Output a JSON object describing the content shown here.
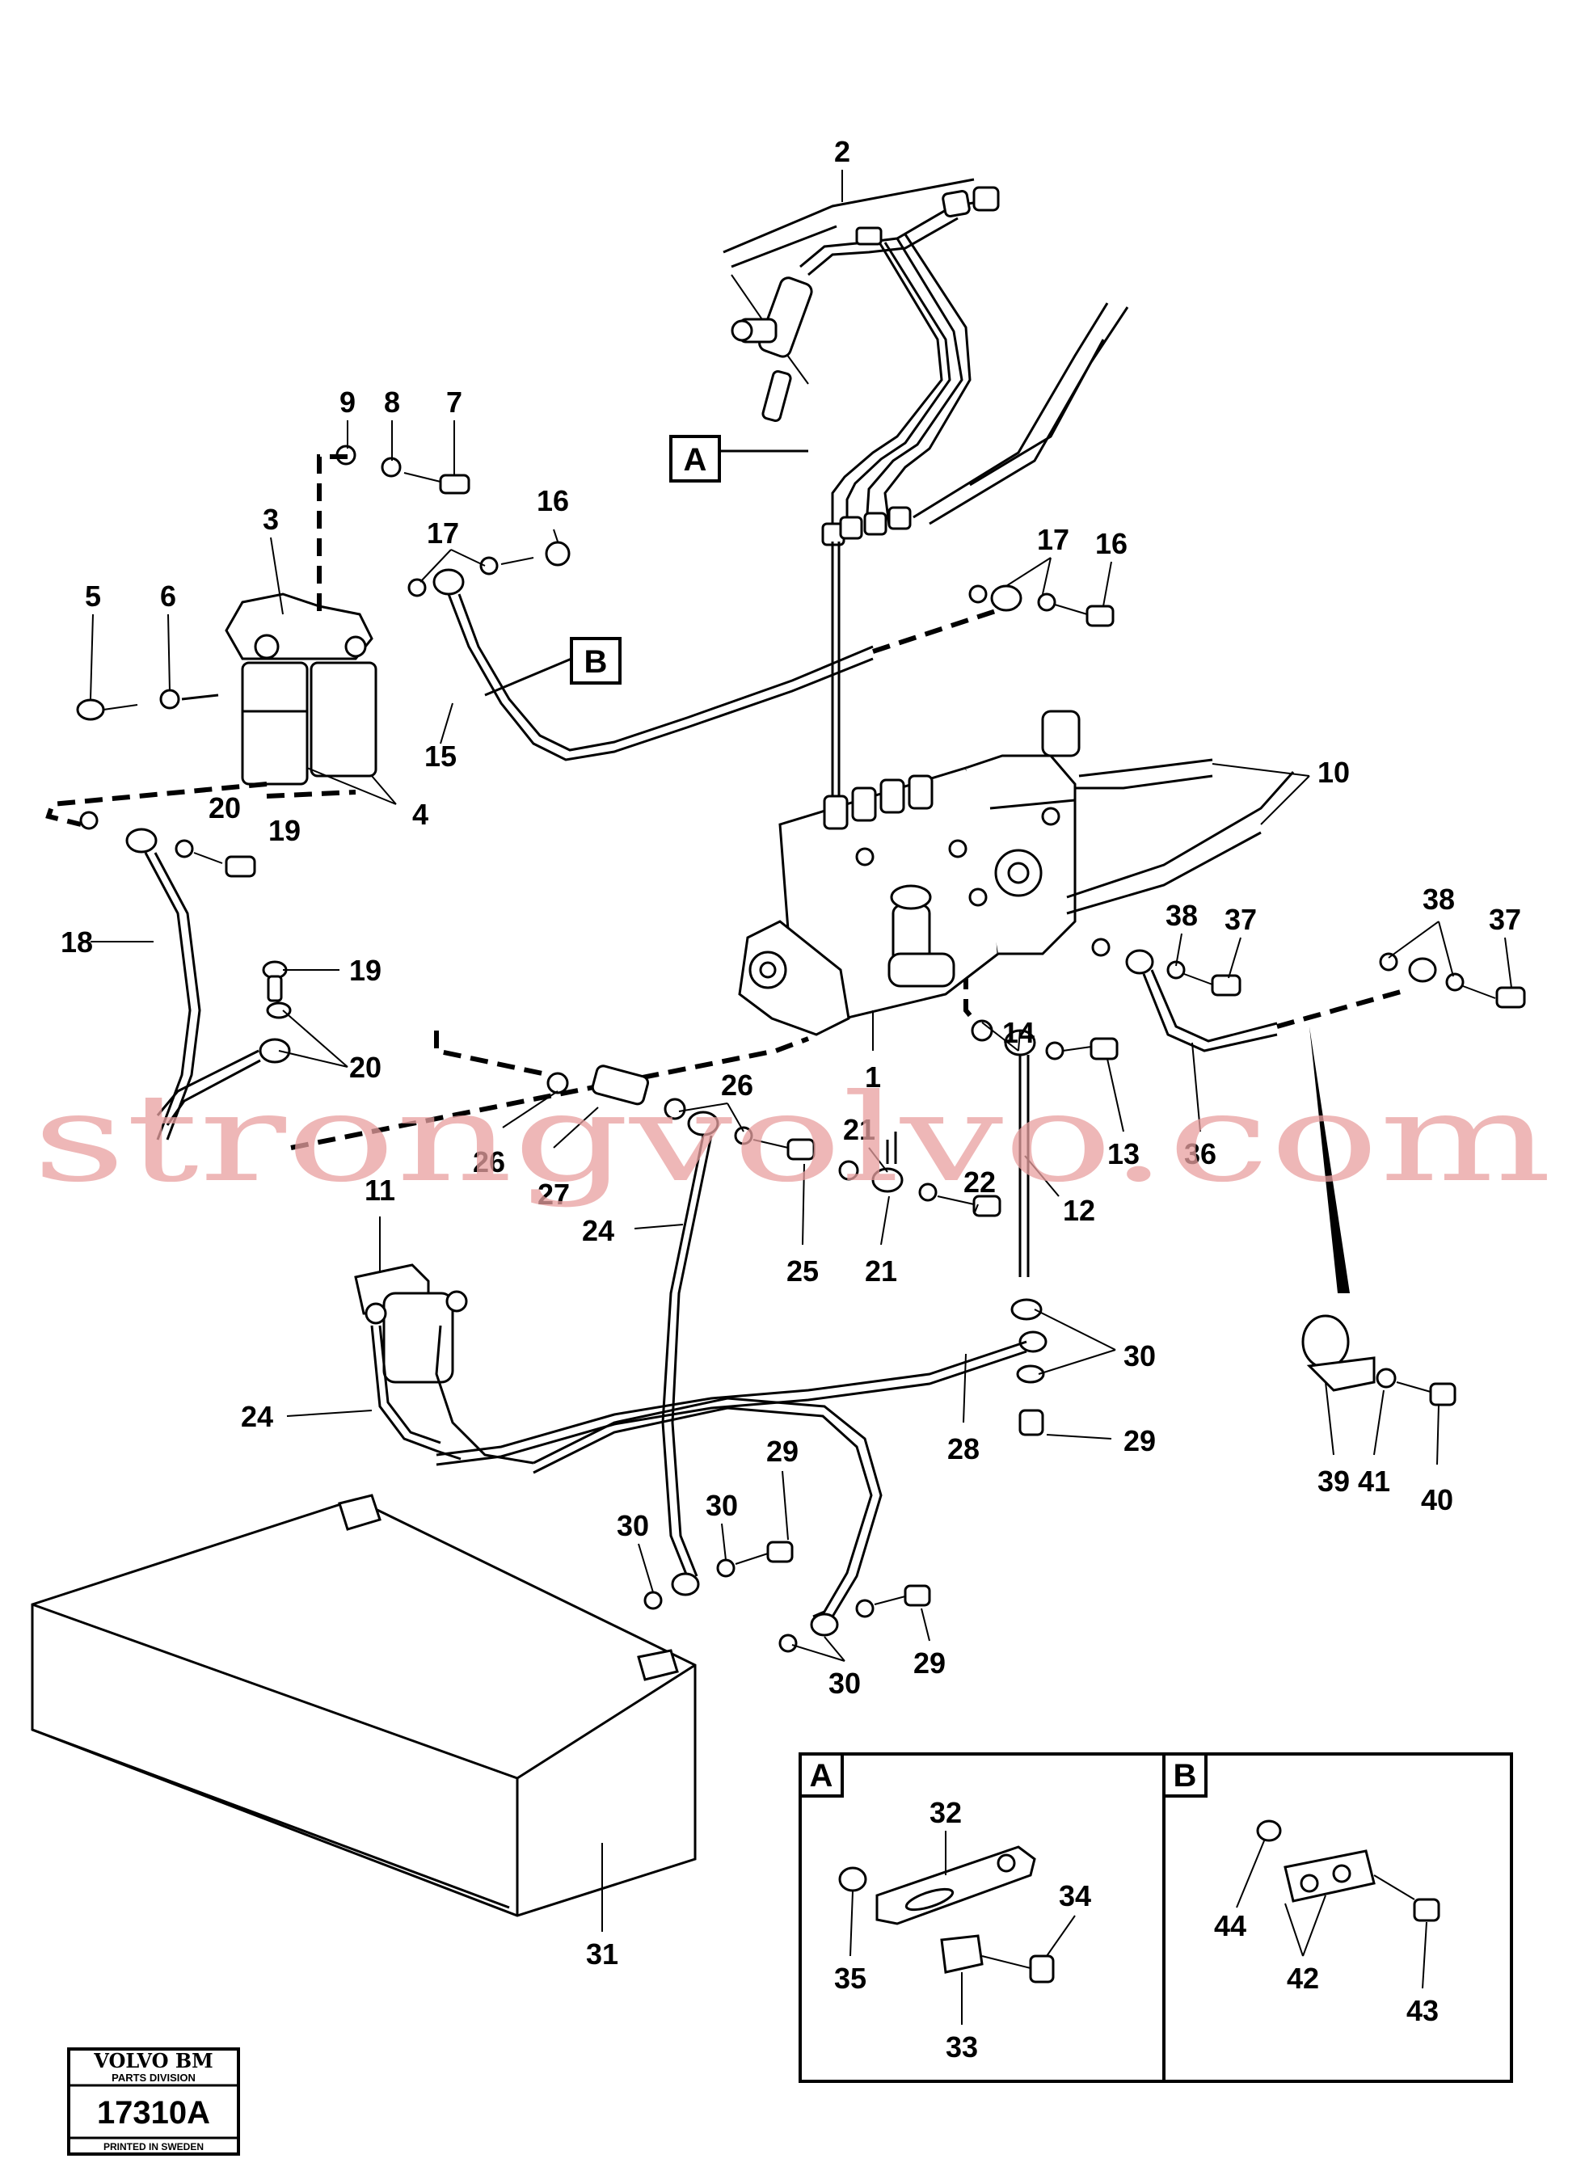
{
  "callouts": {
    "c1": "1",
    "c2": "2",
    "c3": "3",
    "c4": "4",
    "c5": "5",
    "c6": "6",
    "c7": "7",
    "c8": "8",
    "c9": "9",
    "c10": "10",
    "c11": "11",
    "c12": "12",
    "c13": "13",
    "c14": "14",
    "c15": "15",
    "c16": "16",
    "c17": "17",
    "c18": "18",
    "c19": "19",
    "c20": "20",
    "c21": "21",
    "c22": "22",
    "c24": "24",
    "c25": "25",
    "c26": "26",
    "c27": "27",
    "c28": "28",
    "c29": "29",
    "c30": "30",
    "c31": "31",
    "c32": "32",
    "c33": "33",
    "c34": "34",
    "c35": "35",
    "c36": "36",
    "c37": "37",
    "c38": "38",
    "c39": "39",
    "c40": "40",
    "c41": "41",
    "c42": "42",
    "c43": "43",
    "c44": "44"
  },
  "ref_boxes": {
    "a": "A",
    "b": "B"
  },
  "detail_panels": {
    "a": "A",
    "b": "B"
  },
  "watermark": "strongvolvo.com",
  "stamp": {
    "brand": "VOLVO BM",
    "division": "PARTS DIVISION",
    "number": "17310A",
    "printed": "PRINTED IN SWEDEN"
  }
}
